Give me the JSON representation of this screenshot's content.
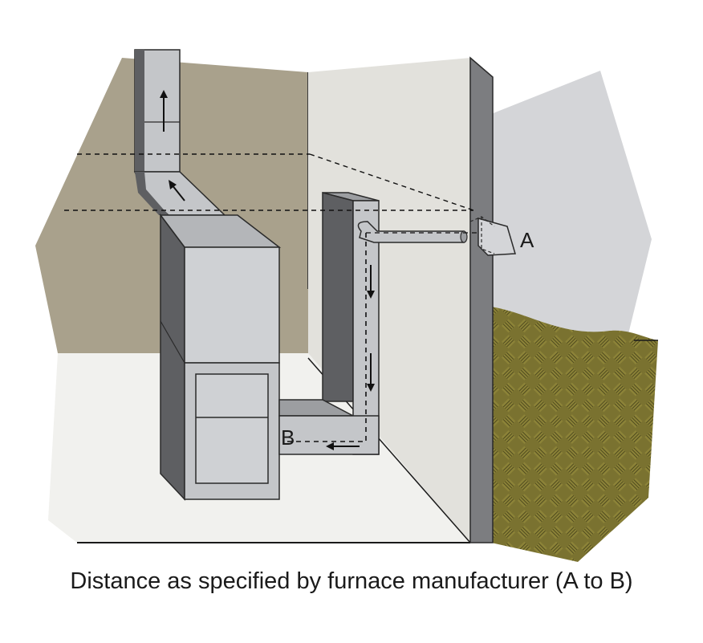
{
  "labels": {
    "point_a": "A",
    "point_b": "B"
  },
  "caption": "Distance as specified by furnace manufacturer (A to B)",
  "colors": {
    "back_wall": "#a9a18c",
    "side_wall": "#e2e1dc",
    "floor": "#f1f1ee",
    "outdoor_sky": "#d4d5d8",
    "soil": "#7a7230",
    "duct_gray": "#c4c6c9",
    "furnace_front": "#cfd1d4",
    "furnace_side": "#5e5f62",
    "wall_edge": "#7c7d80"
  }
}
